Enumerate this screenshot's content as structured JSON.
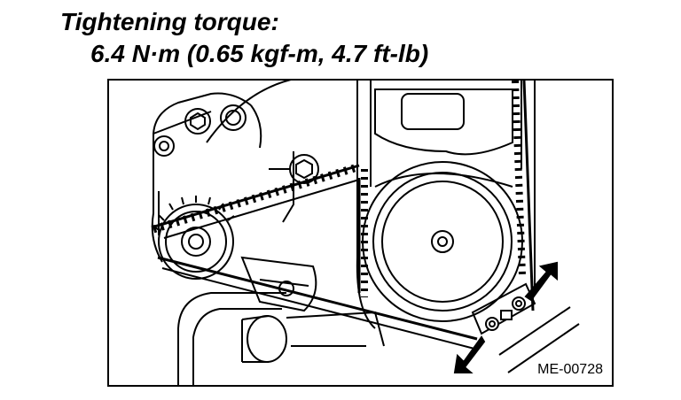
{
  "instruction": {
    "heading": "Tightening torque:",
    "spec": "6.4 N·m (0.65 kgf-m, 4.7 ft-lb)"
  },
  "figure": {
    "id": "ME-00728",
    "line_color": "#000000",
    "background": "#ffffff"
  }
}
